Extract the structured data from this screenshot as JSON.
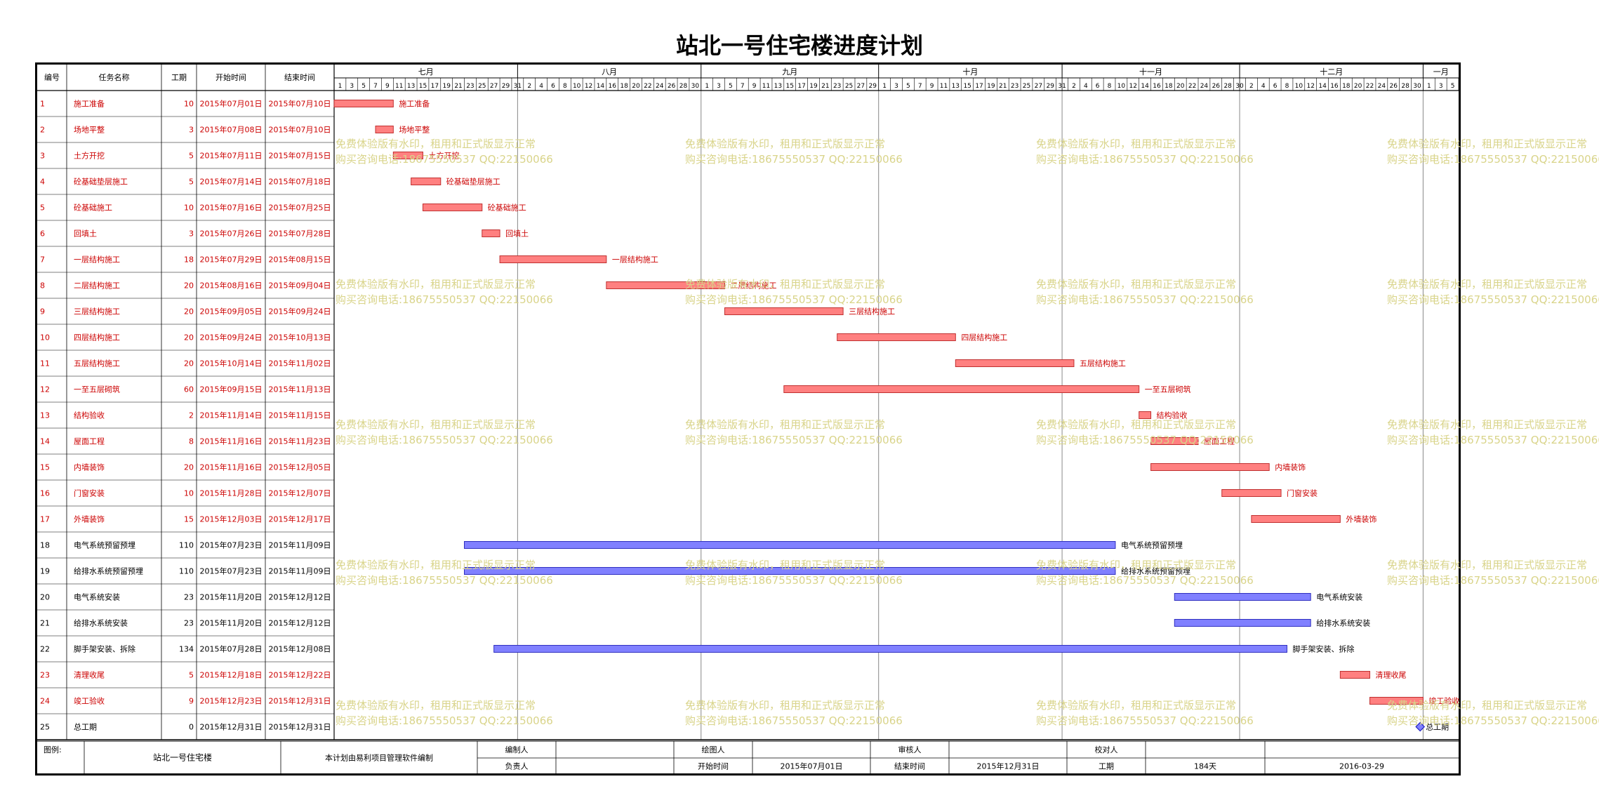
{
  "title": "站北一号住宅楼进度计划",
  "colors": {
    "red_task": "#cc0000",
    "red_bar": "#ff8080",
    "blue_bar": "#8080ff",
    "watermark": "#d9d48a"
  },
  "columns": [
    "编号",
    "任务名称",
    "工期",
    "开始时间",
    "结束时间"
  ],
  "timeline": {
    "start": "2015-07-01",
    "end": "2016-01-07",
    "months": [
      "七月",
      "八月",
      "九月",
      "十月",
      "十一月",
      "十二月",
      "一月"
    ]
  },
  "chart_data": {
    "type": "gantt",
    "tasks": [
      {
        "id": "1",
        "name": "施工准备",
        "days": "10",
        "start": "2015年07月01日",
        "end": "2015年07月10日",
        "s": "2015-07-01",
        "e": "2015-07-10",
        "color": "red"
      },
      {
        "id": "2",
        "name": "场地平整",
        "days": "3",
        "start": "2015年07月08日",
        "end": "2015年07月10日",
        "s": "2015-07-08",
        "e": "2015-07-10",
        "color": "red"
      },
      {
        "id": "3",
        "name": "土方开挖",
        "days": "5",
        "start": "2015年07月11日",
        "end": "2015年07月15日",
        "s": "2015-07-11",
        "e": "2015-07-15",
        "color": "red"
      },
      {
        "id": "4",
        "name": "砼基础垫层施工",
        "days": "5",
        "start": "2015年07月14日",
        "end": "2015年07月18日",
        "s": "2015-07-14",
        "e": "2015-07-18",
        "color": "red"
      },
      {
        "id": "5",
        "name": "砼基础施工",
        "days": "10",
        "start": "2015年07月16日",
        "end": "2015年07月25日",
        "s": "2015-07-16",
        "e": "2015-07-25",
        "color": "red"
      },
      {
        "id": "6",
        "name": "回填土",
        "days": "3",
        "start": "2015年07月26日",
        "end": "2015年07月28日",
        "s": "2015-07-26",
        "e": "2015-07-28",
        "color": "red"
      },
      {
        "id": "7",
        "name": "一层结构施工",
        "days": "18",
        "start": "2015年07月29日",
        "end": "2015年08月15日",
        "s": "2015-07-29",
        "e": "2015-08-15",
        "color": "red"
      },
      {
        "id": "8",
        "name": "二层结构施工",
        "days": "20",
        "start": "2015年08月16日",
        "end": "2015年09月04日",
        "s": "2015-08-16",
        "e": "2015-09-04",
        "color": "red"
      },
      {
        "id": "9",
        "name": "三层结构施工",
        "days": "20",
        "start": "2015年09月05日",
        "end": "2015年09月24日",
        "s": "2015-09-05",
        "e": "2015-09-24",
        "color": "red"
      },
      {
        "id": "10",
        "name": "四层结构施工",
        "days": "20",
        "start": "2015年09月24日",
        "end": "2015年10月13日",
        "s": "2015-09-24",
        "e": "2015-10-13",
        "color": "red"
      },
      {
        "id": "11",
        "name": "五层结构施工",
        "days": "20",
        "start": "2015年10月14日",
        "end": "2015年11月02日",
        "s": "2015-10-14",
        "e": "2015-11-02",
        "color": "red"
      },
      {
        "id": "12",
        "name": "一至五层砌筑",
        "days": "60",
        "start": "2015年09月15日",
        "end": "2015年11月13日",
        "s": "2015-09-15",
        "e": "2015-11-13",
        "color": "red"
      },
      {
        "id": "13",
        "name": "结构验收",
        "days": "2",
        "start": "2015年11月14日",
        "end": "2015年11月15日",
        "s": "2015-11-14",
        "e": "2015-11-15",
        "color": "red"
      },
      {
        "id": "14",
        "name": "屋面工程",
        "days": "8",
        "start": "2015年11月16日",
        "end": "2015年11月23日",
        "s": "2015-11-16",
        "e": "2015-11-23",
        "color": "red"
      },
      {
        "id": "15",
        "name": "内墙装饰",
        "days": "20",
        "start": "2015年11月16日",
        "end": "2015年12月05日",
        "s": "2015-11-16",
        "e": "2015-12-05",
        "color": "red"
      },
      {
        "id": "16",
        "name": "门窗安装",
        "days": "10",
        "start": "2015年11月28日",
        "end": "2015年12月07日",
        "s": "2015-11-28",
        "e": "2015-12-07",
        "color": "red"
      },
      {
        "id": "17",
        "name": "外墙装饰",
        "days": "15",
        "start": "2015年12月03日",
        "end": "2015年12月17日",
        "s": "2015-12-03",
        "e": "2015-12-17",
        "color": "red"
      },
      {
        "id": "18",
        "name": "电气系统预留预埋",
        "days": "110",
        "start": "2015年07月23日",
        "end": "2015年11月09日",
        "s": "2015-07-23",
        "e": "2015-11-09",
        "color": "blue"
      },
      {
        "id": "19",
        "name": "给排水系统预留预埋",
        "days": "110",
        "start": "2015年07月23日",
        "end": "2015年11月09日",
        "s": "2015-07-23",
        "e": "2015-11-09",
        "color": "blue"
      },
      {
        "id": "20",
        "name": "电气系统安装",
        "days": "23",
        "start": "2015年11月20日",
        "end": "2015年12月12日",
        "s": "2015-11-20",
        "e": "2015-12-12",
        "color": "blue"
      },
      {
        "id": "21",
        "name": "给排水系统安装",
        "days": "23",
        "start": "2015年11月20日",
        "end": "2015年12月12日",
        "s": "2015-11-20",
        "e": "2015-12-12",
        "color": "blue"
      },
      {
        "id": "22",
        "name": "脚手架安装、拆除",
        "days": "134",
        "start": "2015年07月28日",
        "end": "2015年12月08日",
        "s": "2015-07-28",
        "e": "2015-12-08",
        "color": "blue"
      },
      {
        "id": "23",
        "name": "清理收尾",
        "days": "5",
        "start": "2015年12月18日",
        "end": "2015年12月22日",
        "s": "2015-12-18",
        "e": "2015-12-22",
        "color": "red"
      },
      {
        "id": "24",
        "name": "竣工验收",
        "days": "9",
        "start": "2015年12月23日",
        "end": "2015年12月31日",
        "s": "2015-12-23",
        "e": "2015-12-31",
        "color": "red"
      },
      {
        "id": "25",
        "name": "总工期",
        "days": "0",
        "start": "2015年12月31日",
        "end": "2015年12月31日",
        "s": "2015-12-31",
        "e": "2015-12-31",
        "color": "milestone"
      }
    ]
  },
  "footer": {
    "legend_label": "图例:",
    "project_name": "站北一号住宅楼",
    "software_note": "本计划由易利项目管理软件编制",
    "compiler_label": "编制人",
    "compiler_value": "",
    "drafter_label": "绘图人",
    "drafter_value": "",
    "reviewer_label": "审核人",
    "reviewer_value": "",
    "checker_label": "校对人",
    "checker_value": "",
    "owner_label": "负责人",
    "owner_value": "",
    "start_label": "开始时间",
    "start_value": "2015年07月01日",
    "end_label": "结束时间",
    "end_value": "2015年12月31日",
    "duration_label": "工期",
    "duration_value": "184天",
    "print_date": "2016-03-29"
  },
  "watermark": {
    "line1": "免费体验版有水印，租用和正式版显示正常",
    "line2": "购买咨询电话:18675550537 QQ:22150066"
  }
}
